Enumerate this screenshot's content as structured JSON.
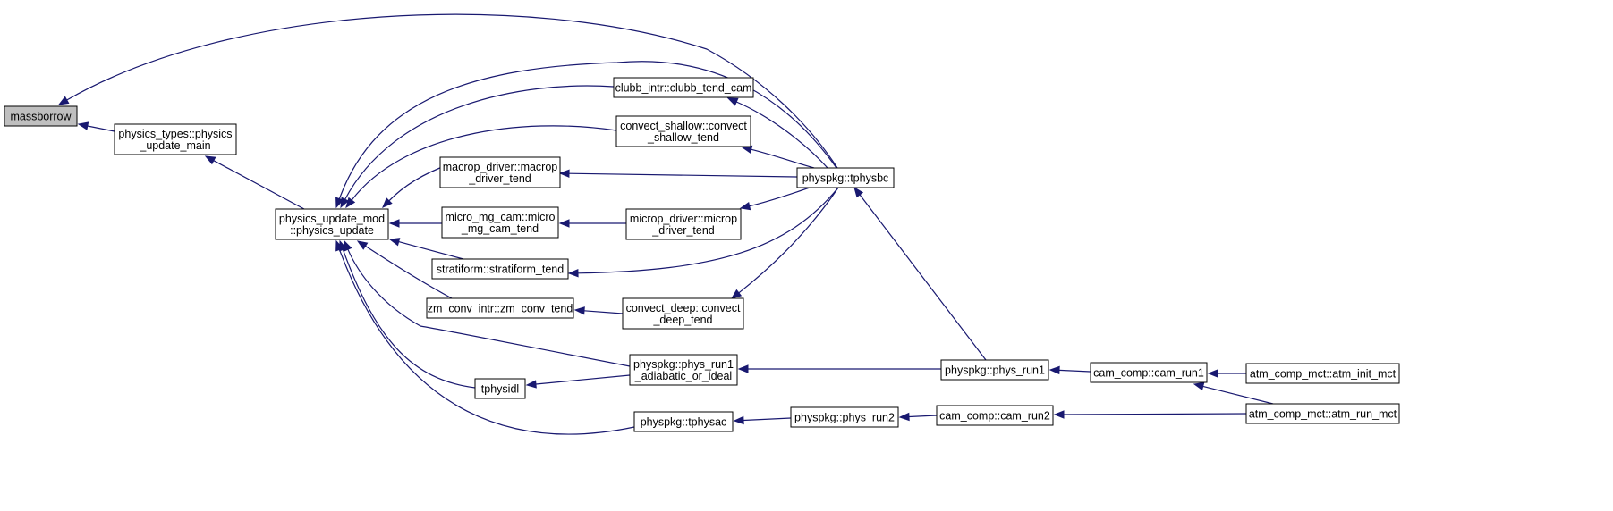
{
  "graph": {
    "nodes": [
      {
        "id": "massborrow",
        "lines": [
          "massborrow"
        ],
        "current": true
      },
      {
        "id": "physics_types_update_main",
        "lines": [
          "physics_types::physics",
          "_update_main"
        ]
      },
      {
        "id": "physics_update",
        "lines": [
          "physics_update_mod",
          "::physics_update"
        ]
      },
      {
        "id": "clubb_tend",
        "lines": [
          "clubb_intr::clubb_tend_cam"
        ]
      },
      {
        "id": "convect_shallow",
        "lines": [
          "convect_shallow::convect",
          "_shallow_tend"
        ]
      },
      {
        "id": "macrop_driver",
        "lines": [
          "macrop_driver::macrop",
          "_driver_tend"
        ]
      },
      {
        "id": "micro_mg",
        "lines": [
          "micro_mg_cam::micro",
          "_mg_cam_tend"
        ]
      },
      {
        "id": "stratiform",
        "lines": [
          "stratiform::stratiform_tend"
        ]
      },
      {
        "id": "zm_conv",
        "lines": [
          "zm_conv_intr::zm_conv_tend"
        ]
      },
      {
        "id": "tphysidl",
        "lines": [
          "tphysidl"
        ]
      },
      {
        "id": "tphysac",
        "lines": [
          "physpkg::tphysac"
        ]
      },
      {
        "id": "microp_driver",
        "lines": [
          "microp_driver::microp",
          "_driver_tend"
        ]
      },
      {
        "id": "convect_deep",
        "lines": [
          "convect_deep::convect",
          "_deep_tend"
        ]
      },
      {
        "id": "phys_run1_adiabatic",
        "lines": [
          "physpkg::phys_run1",
          "_adiabatic_or_ideal"
        ]
      },
      {
        "id": "tphysbc",
        "lines": [
          "physpkg::tphysbc"
        ]
      },
      {
        "id": "phys_run1",
        "lines": [
          "physpkg::phys_run1"
        ]
      },
      {
        "id": "phys_run2",
        "lines": [
          "physpkg::phys_run2"
        ]
      },
      {
        "id": "cam_run1",
        "lines": [
          "cam_comp::cam_run1"
        ]
      },
      {
        "id": "cam_run2",
        "lines": [
          "cam_comp::cam_run2"
        ]
      },
      {
        "id": "atm_init_mct",
        "lines": [
          "atm_comp_mct::atm_init_mct"
        ]
      },
      {
        "id": "atm_run_mct",
        "lines": [
          "atm_comp_mct::atm_run_mct"
        ]
      }
    ],
    "edges": [
      {
        "from": "physics_types_update_main",
        "to": "massborrow"
      },
      {
        "from": "tphysbc",
        "to": "massborrow"
      },
      {
        "from": "physics_update",
        "to": "physics_types_update_main"
      },
      {
        "from": "clubb_tend",
        "to": "physics_update"
      },
      {
        "from": "convect_shallow",
        "to": "physics_update"
      },
      {
        "from": "macrop_driver",
        "to": "physics_update"
      },
      {
        "from": "micro_mg",
        "to": "physics_update"
      },
      {
        "from": "stratiform",
        "to": "physics_update"
      },
      {
        "from": "zm_conv",
        "to": "physics_update"
      },
      {
        "from": "tphysidl",
        "to": "physics_update"
      },
      {
        "from": "tphysac",
        "to": "physics_update"
      },
      {
        "from": "tphysbc",
        "to": "physics_update"
      },
      {
        "from": "phys_run1_adiabatic",
        "to": "physics_update"
      },
      {
        "from": "tphysbc",
        "to": "clubb_tend"
      },
      {
        "from": "tphysbc",
        "to": "convect_shallow"
      },
      {
        "from": "tphysbc",
        "to": "macrop_driver"
      },
      {
        "from": "microp_driver",
        "to": "micro_mg"
      },
      {
        "from": "tphysbc",
        "to": "stratiform"
      },
      {
        "from": "convect_deep",
        "to": "zm_conv"
      },
      {
        "from": "phys_run1_adiabatic",
        "to": "tphysidl"
      },
      {
        "from": "phys_run2",
        "to": "tphysac"
      },
      {
        "from": "tphysbc",
        "to": "microp_driver"
      },
      {
        "from": "tphysbc",
        "to": "convect_deep"
      },
      {
        "from": "phys_run1",
        "to": "phys_run1_adiabatic"
      },
      {
        "from": "phys_run1",
        "to": "tphysbc"
      },
      {
        "from": "cam_run1",
        "to": "phys_run1"
      },
      {
        "from": "cam_run2",
        "to": "phys_run2"
      },
      {
        "from": "atm_init_mct",
        "to": "cam_run1"
      },
      {
        "from": "atm_run_mct",
        "to": "cam_run1"
      },
      {
        "from": "atm_run_mct",
        "to": "cam_run2"
      }
    ]
  },
  "colors": {
    "edge": "#191970",
    "node_border": "#000000",
    "node_fill": "#ffffff",
    "current_node_fill": "#bfbfbf"
  }
}
